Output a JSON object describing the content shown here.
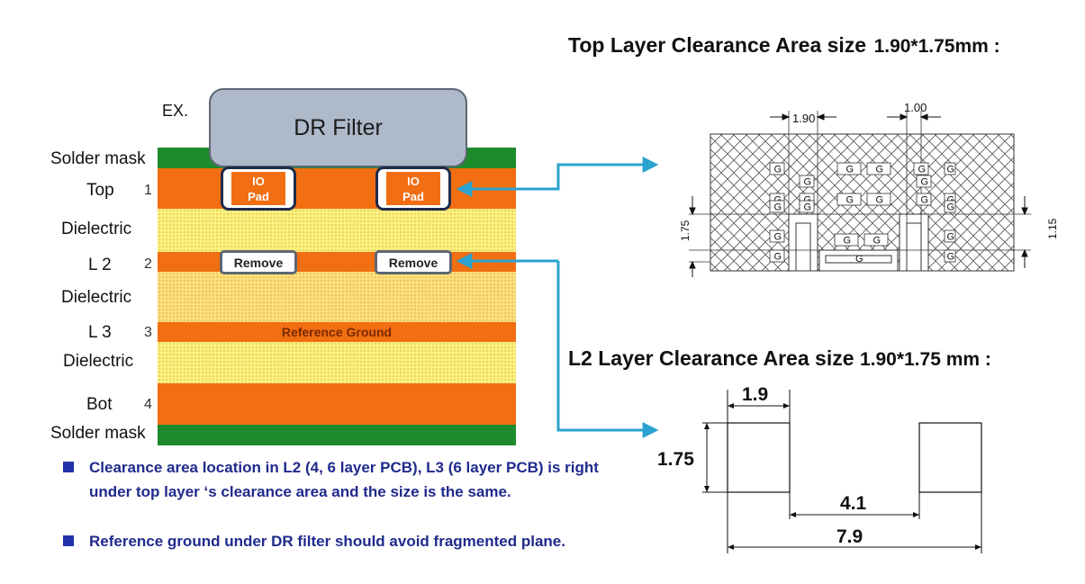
{
  "stackup": {
    "ex_label": "EX.",
    "filter_label": "DR Filter",
    "layers": [
      {
        "label": "Solder mask",
        "num": ""
      },
      {
        "label": "Top",
        "num": "1"
      },
      {
        "label": "Dielectric",
        "num": ""
      },
      {
        "label": "L 2",
        "num": "2"
      },
      {
        "label": "Dielectric",
        "num": ""
      },
      {
        "label": "L 3",
        "num": "3"
      },
      {
        "label": "Dielectric",
        "num": ""
      },
      {
        "label": "Bot",
        "num": "4"
      },
      {
        "label": "Solder mask",
        "num": ""
      }
    ],
    "io_pad": {
      "line1": "IO",
      "line2": "Pad"
    },
    "remove_label": "Remove",
    "reference_ground": "Reference Ground"
  },
  "bullets": [
    "Clearance area location in L2 (4, 6 layer PCB), L3 (6 layer PCB) is right under top layer ‘s clearance area and the size is the same.",
    "Reference ground under DR filter should avoid fragmented plane."
  ],
  "top_layer": {
    "title": "Top Layer Clearance Area size",
    "size": "1.90*1.75mm :",
    "dim_190": "1.90",
    "dim_100": "1.00",
    "dim_175": "1.75",
    "dim_115": "1.15",
    "g": "G"
  },
  "l2_layer": {
    "title": "L2 Layer Clearance Area size",
    "size": "1.90*1.75 mm :",
    "dim_width": "1.9",
    "dim_height": "1.75",
    "dim_gap": "4.1",
    "dim_total": "7.9"
  },
  "colors": {
    "copper": "#f26e12",
    "solder_mask": "#1d8a2c",
    "arrow": "#2aa3cf",
    "bullet_text": "#1f2a8c"
  }
}
